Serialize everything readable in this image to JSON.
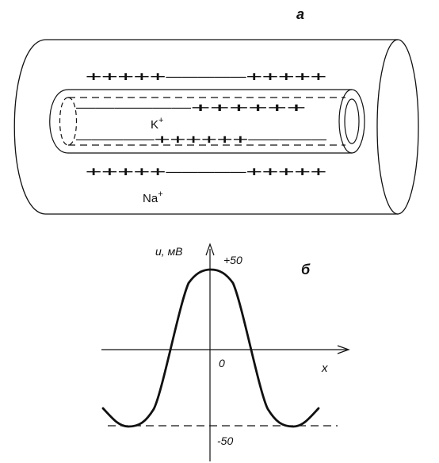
{
  "panel_a": {
    "label": "а",
    "ion_inside": "K",
    "ion_outside": "Na",
    "ion_charge": "+",
    "charges_outer_top": "+++++—————+++++",
    "charges_inner_top": "——————++++++",
    "charges_inner_bottom": "—————++++++—————",
    "charges_outer_bottom": "+++++—————+++++"
  },
  "panel_b": {
    "label": "б",
    "y_axis_label": "u, мВ",
    "x_axis_label": "x",
    "origin_label": "0",
    "top_tick_label": "+50",
    "bottom_tick_label": "-50"
  }
}
